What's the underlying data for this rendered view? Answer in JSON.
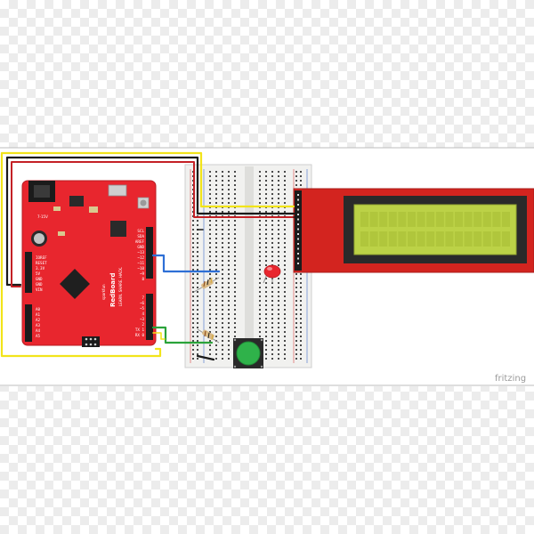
{
  "watermark": "fritzing",
  "board": {
    "barrel_label": "7-15V",
    "brand_top": "sparkfun",
    "brand_main": "RedBoard",
    "tagline": "LEARN. SHARE. HACK.",
    "power_pins": [
      "IOREF",
      "RESET",
      "3.3V",
      "5V",
      "GND",
      "GND",
      "VIN"
    ],
    "analog_pins": [
      "A0",
      "A1",
      "A2",
      "A3",
      "A4",
      "A5"
    ],
    "digital_top": [
      "SCL",
      "SDA",
      "AREF",
      "GND",
      "~13",
      "~12",
      "~11",
      "~10",
      "~9",
      "8"
    ],
    "digital_bottom": [
      "7",
      "~6",
      "~5",
      "4",
      "~3",
      "2",
      "TX 1",
      "RX 0"
    ]
  },
  "colors": {
    "board_red": "#e8262e",
    "lcd_red": "#d3241f",
    "lcd_screen": "#bcd247",
    "wire_yellow": "#f2e41a",
    "wire_blue": "#2e6fd6",
    "wire_green": "#2aa33a",
    "wire_black": "#1a1a1a",
    "wire_red": "#c42126",
    "button_green": "#2fb24a",
    "led_red": "#e8262e"
  }
}
